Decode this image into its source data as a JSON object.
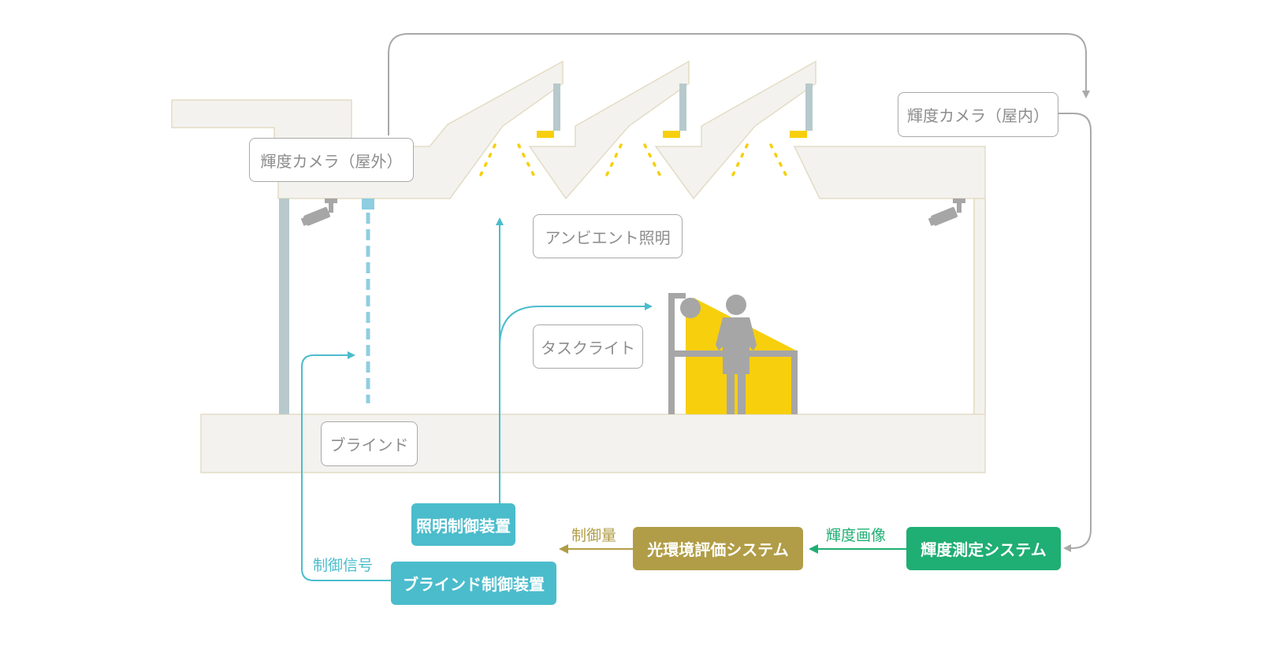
{
  "labels": {
    "camera_outdoor": "輝度カメラ（屋外）",
    "camera_indoor": "輝度カメラ（屋内）",
    "ambient_lighting": "アンビエント照明",
    "task_light": "タスクライト",
    "blind": "ブラインド"
  },
  "systems": {
    "lighting_controller": "照明制御装置",
    "blind_controller": "ブラインド制御装置",
    "evaluation_system": "光環境評価システム",
    "measurement_system": "輝度測定システム"
  },
  "flow_labels": {
    "control_signal": "制御信号",
    "control_amount": "制御量",
    "luminance_image": "輝度画像"
  },
  "colors": {
    "teal": "#4bbccc",
    "olive": "#b19d47",
    "green": "#1fae73",
    "yellow": "#f7cf0c",
    "gray": "#a9a9a9"
  }
}
